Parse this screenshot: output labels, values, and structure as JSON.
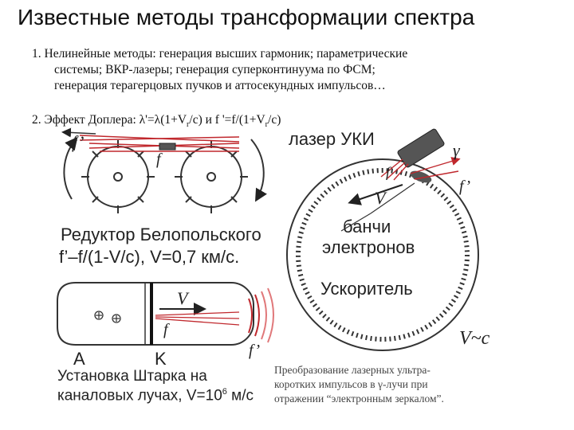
{
  "title": "Известные методы трансформации спектра",
  "item1": {
    "lines": [
      "1. Нелинейные методы: генерация высших гармоник; параметрические",
      "системы; ВКР-лазеры; генерация суперконтинуума по ФСМ;",
      "генерация терагерцовых пучков и аттосекундных импульсов…"
    ]
  },
  "item2": {
    "text": "2. Эффект Доплера: λ'=λ(1+V",
    "sub1": "r",
    "mid": "/c) и f '=f/(1+V",
    "sub2": "r",
    "end": "/c)"
  },
  "belopolsky": {
    "f_prime": "f’",
    "f": "f",
    "caption": "Редуктор Белопольского",
    "formula": "f’–f/(1-V/c), V=0,7 км/с."
  },
  "stark": {
    "V": "V",
    "f": "f",
    "f_prime": "f’",
    "A": "A",
    "K": "K",
    "caption1": "Установка Штарка на",
    "caption2_pre": "каналовых лучах, V=10",
    "caption2_exp": "6",
    "caption2_post": " м/с"
  },
  "accelerator": {
    "laser_label": "лазер УКИ",
    "gamma": "γ",
    "f_prime": "f’",
    "f": "f",
    "V": "V",
    "bunches1": "банчи",
    "bunches2": "электронов",
    "accelerator_label": "Ускоритель",
    "v_approx": "V~c"
  },
  "bottom_caption": [
    "Преобразование лазерных ультра-",
    "коротких импульсов в γ-лучи при",
    "отражении “электронным зеркалом”."
  ],
  "colors": {
    "beam": "#c0282d",
    "beam_light": "#e0787a",
    "stroke": "#333333",
    "laser_body": "#555555"
  }
}
